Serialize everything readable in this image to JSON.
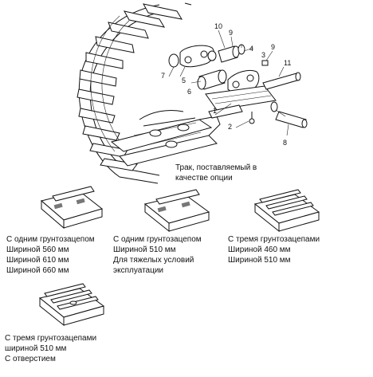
{
  "main_caption": "Трак, поставляемый в\nкачестве опции",
  "part_numbers": [
    "1",
    "2",
    "3",
    "4",
    "5",
    "6",
    "7",
    "8",
    "9",
    "9",
    "10",
    "11"
  ],
  "shoes": [
    {
      "id": "shoe-1",
      "caption": "С одним грунтозацепом\nШириной 560 мм\nШириной 610 мм\nШириной 660 мм"
    },
    {
      "id": "shoe-2",
      "caption": "С одним грунтозацепом\nШириной 510 мм\nДля тяжелых условий\nэксплуатации"
    },
    {
      "id": "shoe-3",
      "caption": "С тремя грунтозацепами\nШириной 460 мм\nШириной 510 мм"
    },
    {
      "id": "shoe-4",
      "caption": "С тремя грунтозацепами\nшириной 510 мм\nС отверстием"
    }
  ]
}
